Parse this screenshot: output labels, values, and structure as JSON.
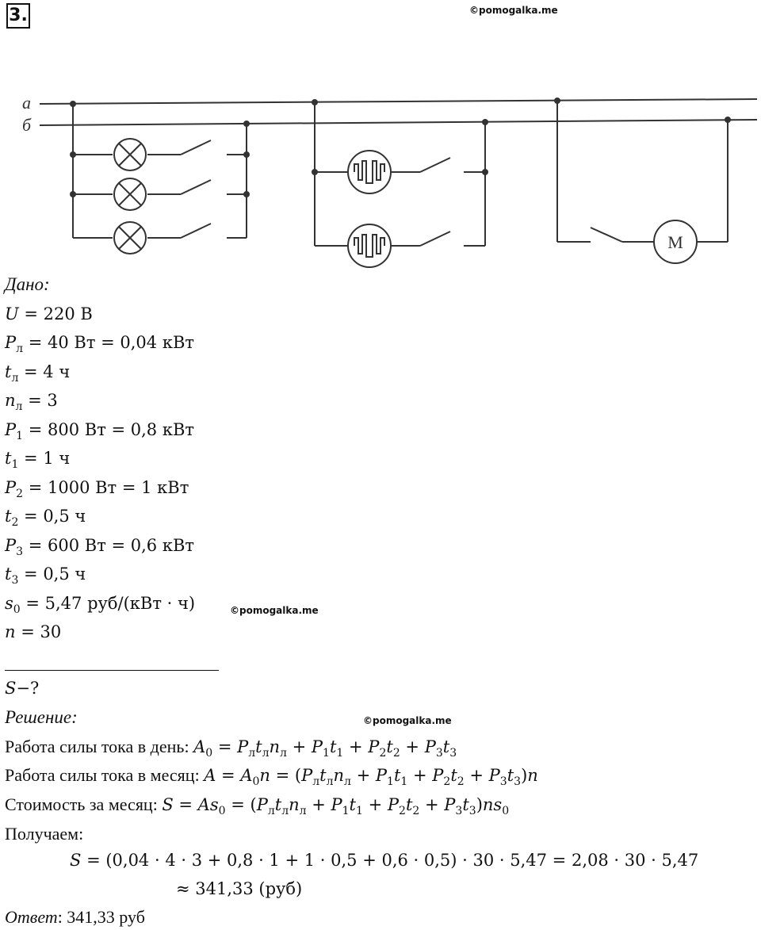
{
  "problem_number": "3.",
  "watermarks": [
    "©pomogalka.me",
    "©pomogalka.me",
    "©pomogalka.me"
  ],
  "circuit": {
    "wire_labels": [
      "а",
      "б"
    ],
    "motor_label": "М"
  },
  "given_header": "Дано:",
  "given": [
    "U = 220 В",
    "Pл = 40 Вт = 0,04 кВт",
    "tл = 4 ч",
    "nл = 3",
    "P1 = 800 Вт = 0,8 кВт",
    "t1 = 1 ч",
    "P2 = 1000 Вт = 1 кВт",
    "t2 = 0,5 ч",
    "P3 = 600 Вт = 0,6 кВт",
    "t3 = 0,5 ч",
    "s0 = 5,47 руб/(кВт · ч)",
    "n = 30"
  ],
  "find": "S−?",
  "solution_header": "Решение:",
  "steps": [
    {
      "label": "Работа силы тока в день: ",
      "formula": "A0 = Pл tл nл + P1 t1 + P2 t2 + P3 t3"
    },
    {
      "label": "Работа силы тока в месяц: ",
      "formula": "A = A0 n = (Pл tл nл + P1 t1 + P2 t2 + P3 t3) n"
    },
    {
      "label": "Стоимость за месяц: ",
      "formula": "S = A s0 = (Pл tл nл + P1 t1 + P2 t2 + P3 t3) n s0"
    }
  ],
  "result_intro": "Получаем:",
  "calc_line1": "S = (0,04 · 4 · 3 + 0,8 · 1 + 1 · 0,5 + 0,6 · 0,5) · 30 · 5,47 = 2,08 · 30 · 5,47",
  "calc_line2": "≈ 341,33 (руб)",
  "answer_label": "Ответ",
  "answer_value": ": 341,33 руб"
}
